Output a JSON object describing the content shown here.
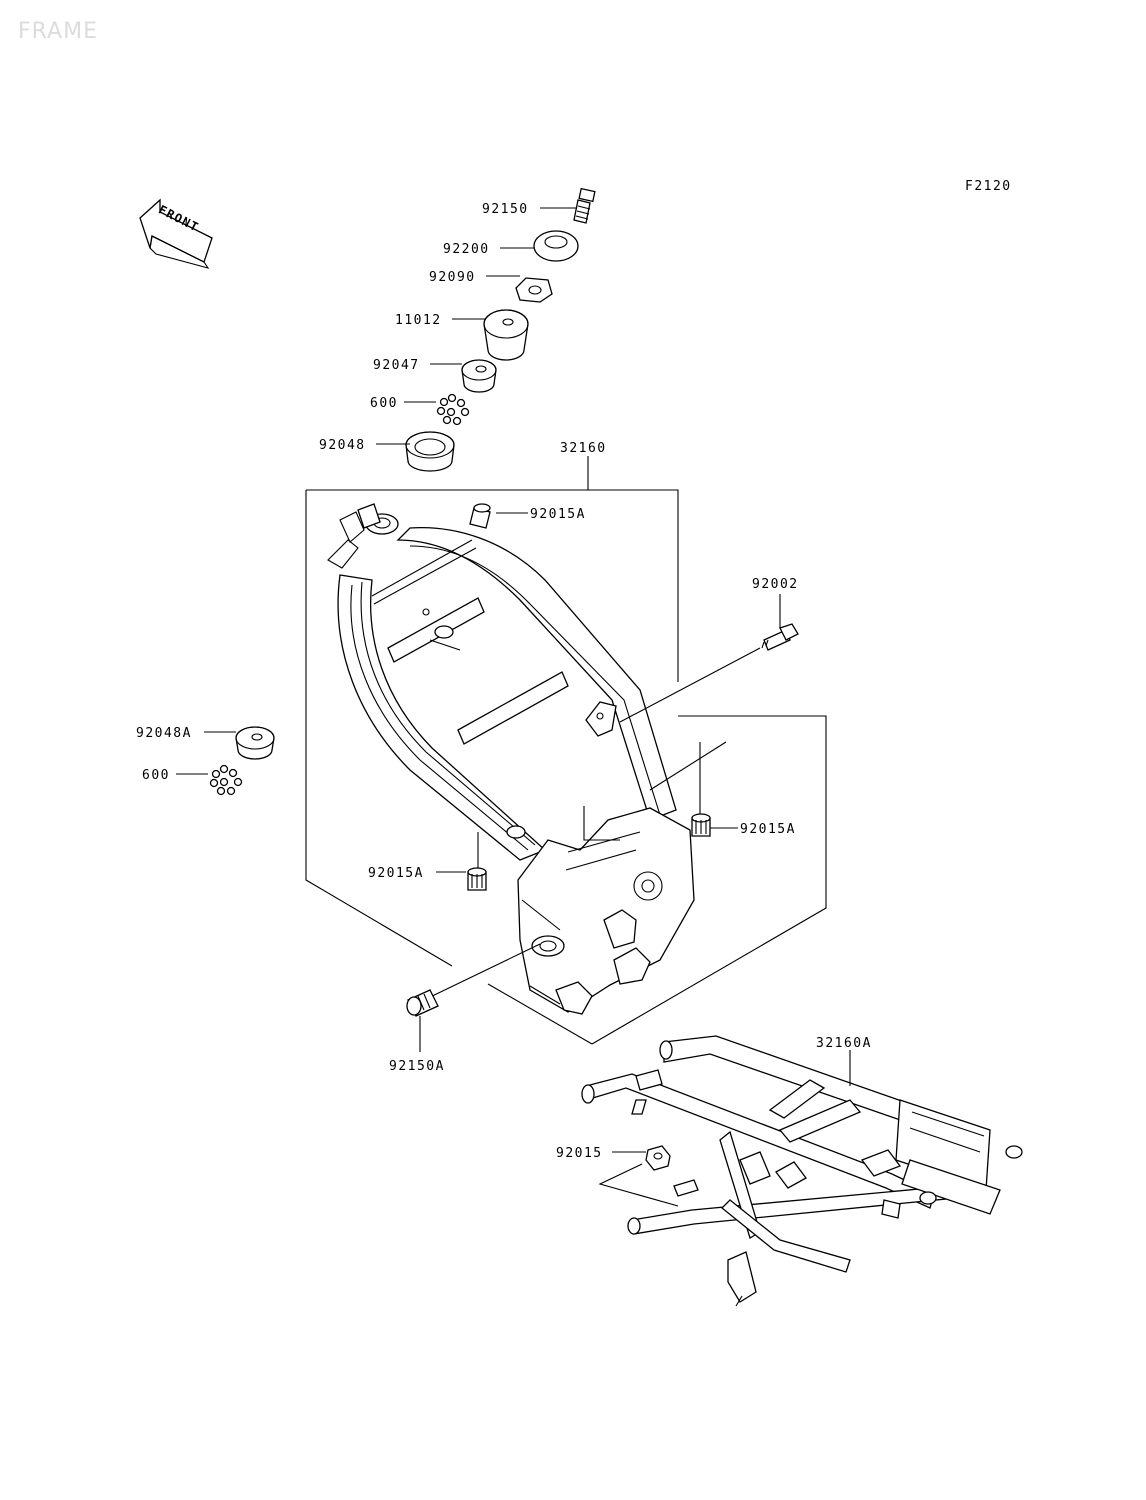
{
  "header": {
    "section_title": "FRAME",
    "figure_code": "F2120"
  },
  "front_arrow": {
    "label": "FRONT",
    "icon": "front-direction-arrow-icon"
  },
  "callouts": {
    "c92150": "92150",
    "c92200": "92200",
    "c92090": "92090",
    "c11012": "11012",
    "c92047": "92047",
    "c600a": "600",
    "c92048": "92048",
    "c32160": "32160",
    "c92015A_top": "92015A",
    "c92002": "92002",
    "c92048A": "92048A",
    "c600b": "600",
    "c92015A_right": "92015A",
    "c92015A_left": "92015A",
    "c92150A": "92150A",
    "c32160A": "32160A",
    "c92015": "92015"
  },
  "colors": {
    "line": "#000000",
    "watermark": "#dcdcdc",
    "background": "#ffffff"
  }
}
